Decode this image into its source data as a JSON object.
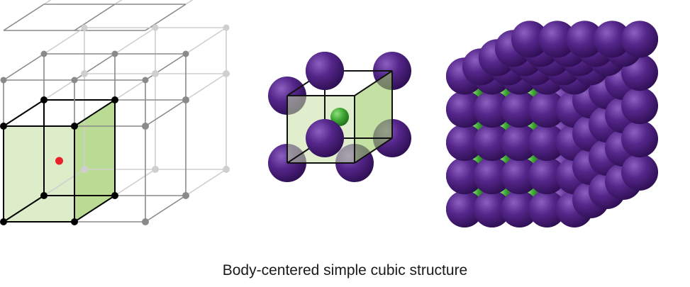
{
  "caption": "Body-centered simple cubic structure",
  "colors": {
    "large_atom": "#4a1f7a",
    "small_atom": "#3fa535",
    "body_center_marker": "#e8202a",
    "unit_cell_fill": "#c7e0a5",
    "lattice_line_dark": "#000000",
    "lattice_line_mid": "#8a8a8a",
    "lattice_line_light": "#cfcfcf"
  },
  "panels": [
    {
      "name": "lattice-diagram"
    },
    {
      "name": "unit-cell-atoms"
    },
    {
      "name": "crystal-packing"
    }
  ]
}
